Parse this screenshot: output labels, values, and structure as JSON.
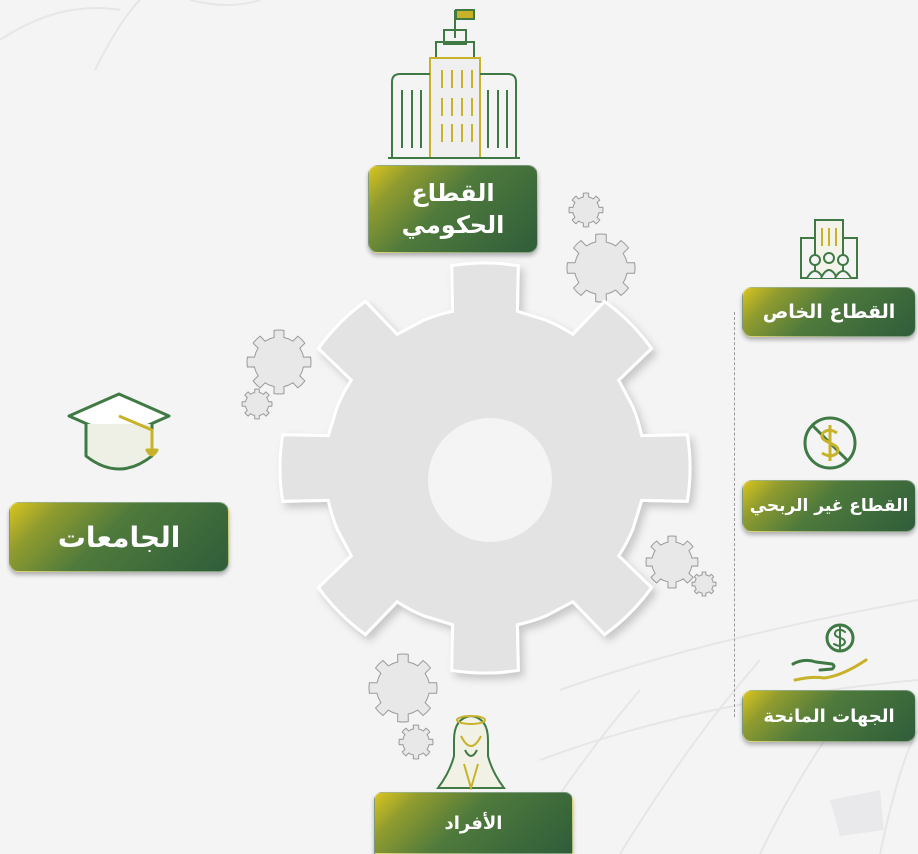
{
  "colors": {
    "background": "#f4f4f5",
    "gear_fill": "#e3e3e4",
    "label_gradient_start": "#d9c41f",
    "label_gradient_end": "#2f5d3a",
    "icon_green": "#3f7a45",
    "icon_gold": "#c8b22a"
  },
  "center": {
    "icon": "cog-icon"
  },
  "nodes": {
    "government": {
      "line1": "القطاع",
      "line2": "الحكومي",
      "icon": "government-building-icon"
    },
    "universities": {
      "label": "الجامعات",
      "icon": "graduation-cap-icon"
    },
    "individuals": {
      "label": "الأفراد",
      "icon": "person-icon"
    },
    "private": {
      "label": "القطاع الخاص",
      "icon": "company-building-icon"
    },
    "nonprofit": {
      "label": "القطاع غير الربحي",
      "icon": "no-money-icon"
    },
    "donors": {
      "label": "الجهات المانحة",
      "icon": "hand-money-icon"
    }
  }
}
